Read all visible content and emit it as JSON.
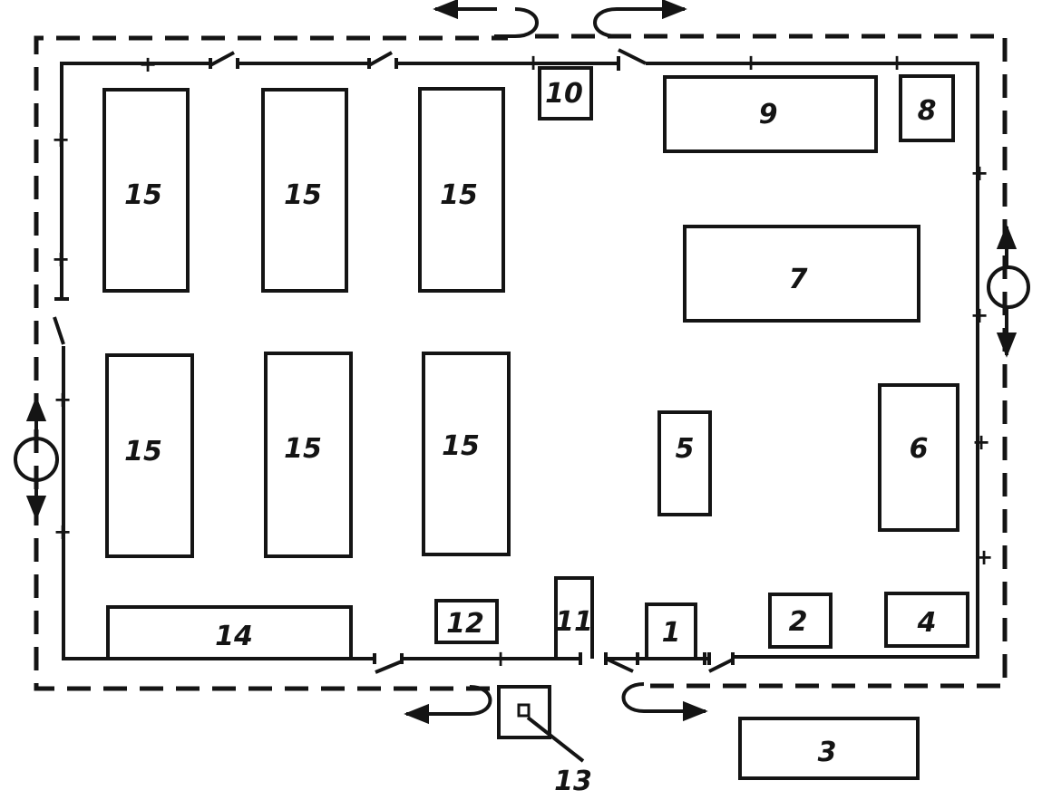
{
  "labels": {
    "b15": "15",
    "b14": "14",
    "b12": "12",
    "b11": "11",
    "b10": "10",
    "b9": "9",
    "b8": "8",
    "b7": "7",
    "b6": "6",
    "b5": "5",
    "b4": "4",
    "b3": "3",
    "b2": "2",
    "b1": "1",
    "b13": "13"
  },
  "marks": {
    "lamp": "+"
  }
}
